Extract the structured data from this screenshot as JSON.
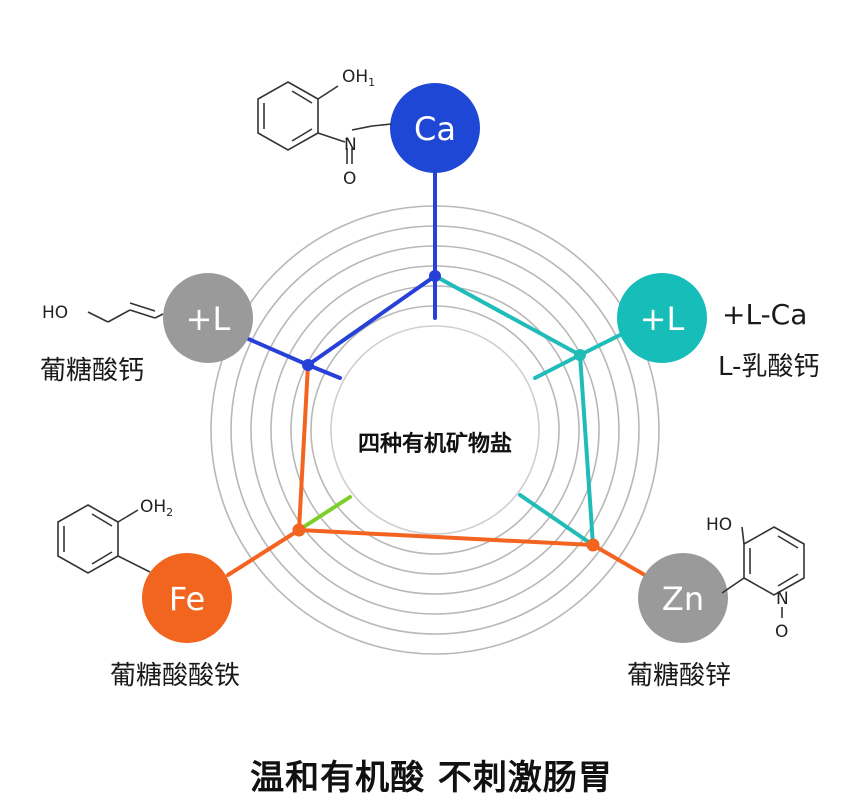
{
  "center_label": "四种有机矿物盐",
  "caption": "温和有机酸 不刺激肠胃",
  "nodes": {
    "ca": {
      "symbol": "Ca",
      "color": "#1f47d6"
    },
    "l_left": {
      "symbol": "+L",
      "color": "#9a9a9a",
      "label": "葡糖酸钙"
    },
    "l_right": {
      "symbol": "+L",
      "color": "#16bdb9",
      "label_top": "+L-Ca",
      "label_bottom": "L-乳酸钙"
    },
    "fe": {
      "symbol": "Fe",
      "color": "#f2651e",
      "label": "葡糖酸酸铁"
    },
    "zn": {
      "symbol": "Zn",
      "color": "#9a9a9a",
      "label": "葡糖酸锌"
    }
  },
  "molecules": {
    "top": {
      "oh": "OH",
      "oh_sub": "1",
      "n": "N",
      "o": "O"
    },
    "left": {
      "ho": "HO"
    },
    "bottom_left": {
      "oh": "OH",
      "oh_sub": "2"
    },
    "bottom_right": {
      "ho": "HO",
      "n": "N",
      "o": "O"
    }
  },
  "colors": {
    "blue": "#2740d8",
    "teal": "#1fbcb8",
    "orange": "#f26420",
    "green": "#7ccf2a",
    "ring": "#b5b5b5"
  }
}
